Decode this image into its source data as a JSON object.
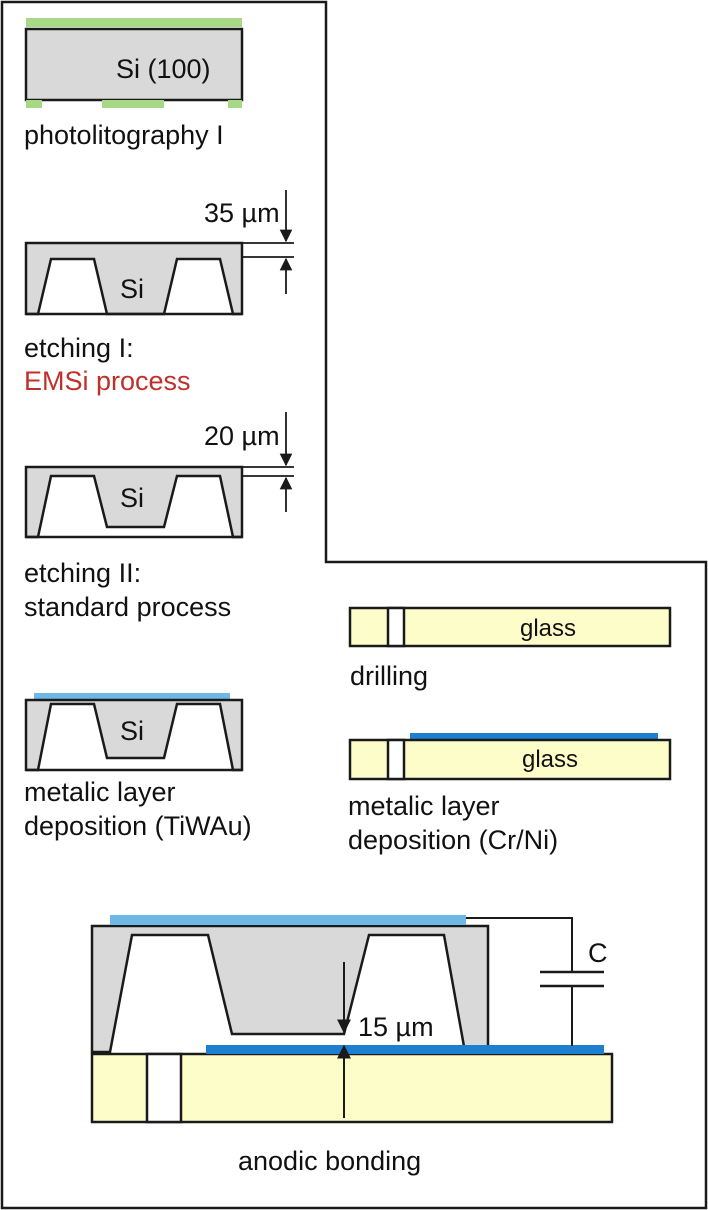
{
  "colors": {
    "silicon": "#d9d9d9",
    "glass": "#fdfdc9",
    "photoresist": "#a7d886",
    "light_metal": "#6fb8e6",
    "dark_metal": "#1c7fd0",
    "outline": "#1a1a1a",
    "highlight_text": "#c0302a"
  },
  "steps": {
    "photolithography": {
      "substrate_label": "Si (100)",
      "caption": "photolitography I"
    },
    "etching1": {
      "depth_label": "35 µm",
      "substrate_label": "Si",
      "caption_line1": "etching I:",
      "caption_line2": "EMSi process"
    },
    "etching2": {
      "depth_label": "20 µm",
      "substrate_label": "Si",
      "caption_line1": "etching II:",
      "caption_line2": "standard process"
    },
    "metal_si": {
      "substrate_label": "Si",
      "caption_line1": "metalic layer",
      "caption_line2": "deposition (TiWAu)"
    },
    "drilling": {
      "substrate_label": "glass",
      "caption": "drilling"
    },
    "metal_glass": {
      "substrate_label": "glass",
      "caption_line1": "metalic layer",
      "caption_line2": "deposition (Cr/Ni)"
    },
    "bonding": {
      "gap_label": "15 µm",
      "capacitor_label": "C",
      "caption": "anodic bonding"
    }
  }
}
